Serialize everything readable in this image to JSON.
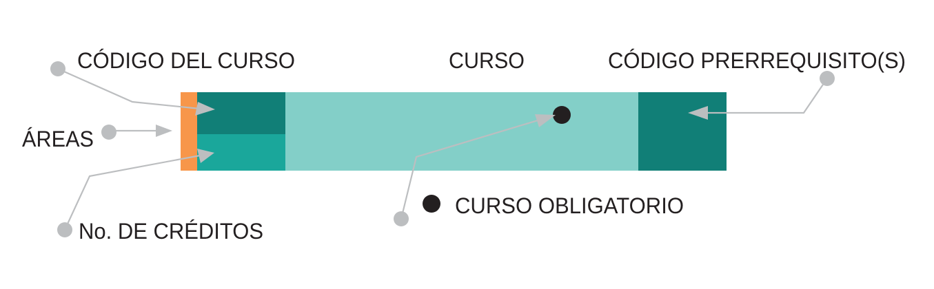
{
  "labels": {
    "course_code": "CÓDIGO DEL CURSO",
    "course": "CURSO",
    "prereq_code": "CÓDIGO PRERREQUISITO(S)",
    "areas": "ÁREAS",
    "credits": "No. DE CRÉDITOS",
    "mandatory": "CURSO OBLIGATORIO"
  },
  "colors": {
    "area_strip": "#f7964a",
    "code_block": "#117f77",
    "credits_block": "#1aa79b",
    "course_block": "#83cfc8",
    "prereq_block": "#117f77",
    "marker": "#231f20",
    "leader_line": "#bcbec0"
  }
}
